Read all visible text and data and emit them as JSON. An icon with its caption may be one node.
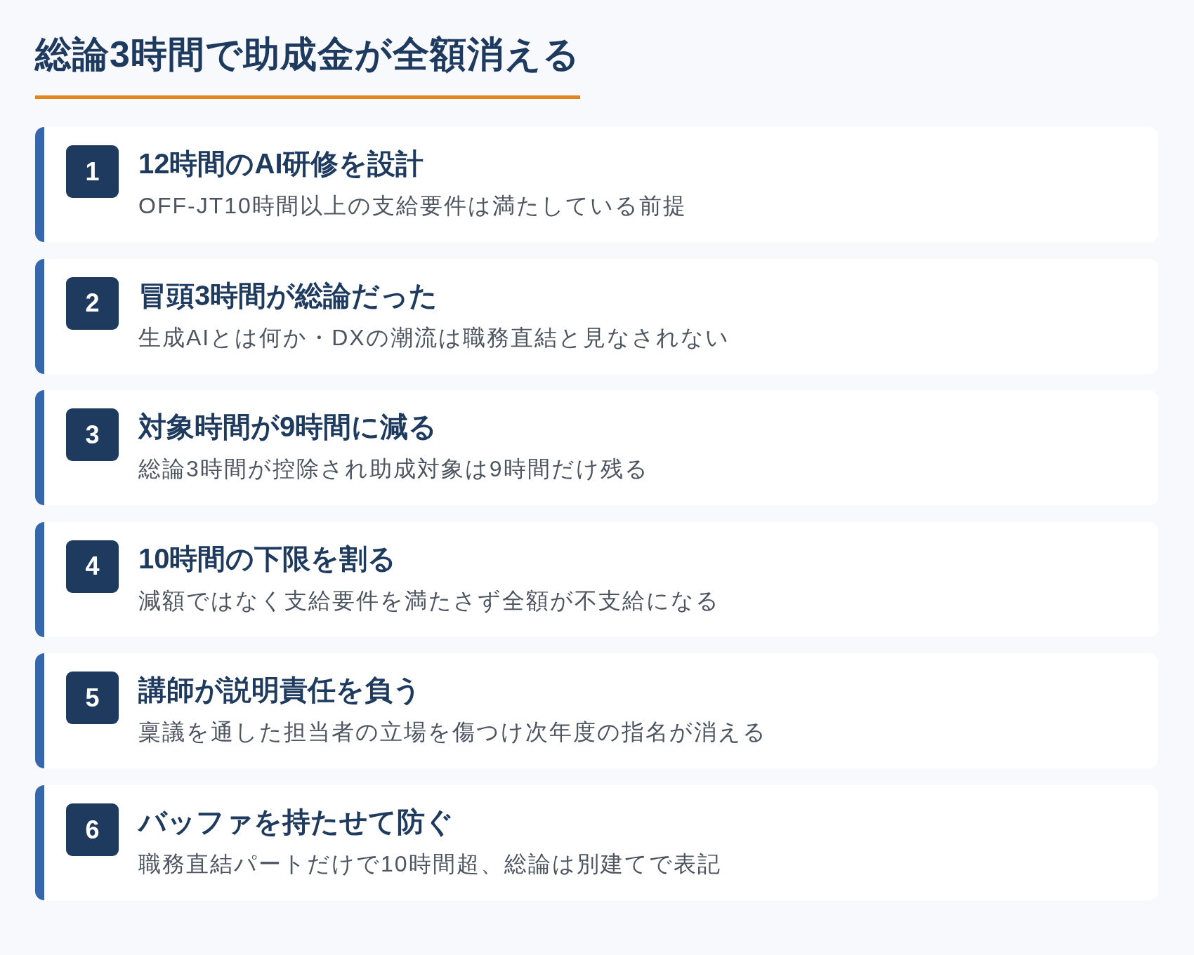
{
  "diagram": {
    "title": "総論3時間で助成金が全額消える",
    "nodes": [
      {
        "text": [
          "12時間のAI研修を設計",
          "OFF-JT10時間以上の支給要件は満たしている前提"
        ]
      },
      {
        "text": [
          "1"
        ],
        "in": 0
      },
      {
        "text": [
          "冒頭3時間が総論だった",
          "生成AIとは何か・DXの潮流は職務直結と見なされない"
        ]
      },
      {
        "text": [
          "2"
        ],
        "in": 2
      },
      {
        "text": [
          "対象時間が9時間に減る",
          "総論3時間が控除され助成対象は9時間だけ残る"
        ]
      },
      {
        "text": [
          "3"
        ],
        "in": 4
      },
      {
        "text": [
          "10時間の下限を割る",
          "減額ではなく支給要件を満たさず全額が不支給になる"
        ]
      },
      {
        "text": [
          "4"
        ],
        "in": 6
      },
      {
        "text": [
          "講師が説明責任を負う",
          "稟議を通した担当者の立場を傷つけ次年度の指名が消える"
        ]
      },
      {
        "text": [
          "5"
        ],
        "in": 8
      },
      {
        "text": [
          "バッファを持たせて防ぐ",
          "職務直結パートだけで10時間超、総論は別建てで表記"
        ]
      },
      {
        "text": [
          "6"
        ],
        "in": 10
      }
    ]
  }
}
